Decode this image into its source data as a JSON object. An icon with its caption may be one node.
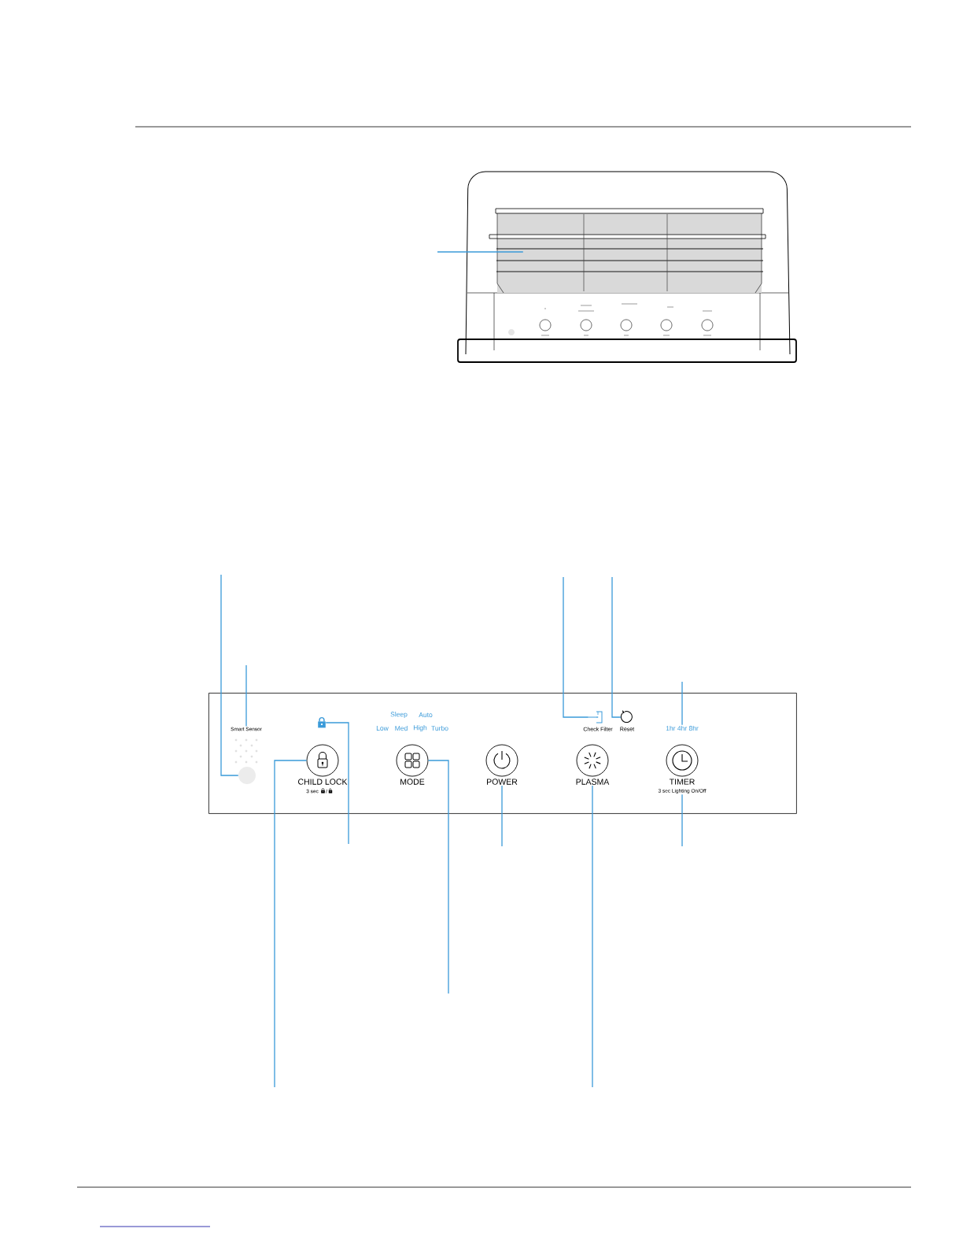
{
  "diagram": {
    "nodes": [
      {
        "text": [],
        "shape": "picture"
      },
      {
        "text": [],
        "shape": "box"
      },
      {
        "text": [],
        "shape": "circle",
        "in": 1
      },
      {
        "text": [
          "Smart Sensor"
        ],
        "in": 1
      },
      {
        "text": [],
        "shape": "lock",
        "in": 1
      },
      {
        "text": [
          "CHILD LOCK",
          "3 sec",
          "/"
        ],
        "in": 1
      },
      {
        "text": [
          "MODE"
        ],
        "in": 1
      },
      {
        "text": [
          "POWER"
        ],
        "in": 1
      },
      {
        "text": [
          "PLASMA"
        ],
        "in": 1
      },
      {
        "text": [
          "Check Filter"
        ],
        "in": 1
      },
      {
        "text": [
          "Reset"
        ],
        "in": 1
      },
      {
        "text": [
          "1hr 4hr 8hr"
        ],
        "in": 1
      },
      {
        "text": [
          "TIMER",
          "3 sec Lighting On/Off"
        ],
        "in": 1
      }
    ],
    "edges": [
      {
        "from": null,
        "to": 0,
        "arrow": "none"
      },
      {
        "from": null,
        "to": 2,
        "arrow": "none"
      },
      {
        "from": null,
        "to": 3,
        "arrow": "none"
      },
      {
        "from": null,
        "to": 4,
        "arrow": "none"
      },
      {
        "from": null,
        "to": 5,
        "arrow": "none"
      },
      {
        "from": null,
        "to": 6,
        "arrow": "none"
      },
      {
        "from": null,
        "to": 7,
        "arrow": "none"
      },
      {
        "from": null,
        "to": 8,
        "arrow": "none"
      },
      {
        "from": null,
        "to": 9,
        "arrow": "none"
      },
      {
        "from": null,
        "to": 10,
        "arrow": "none"
      },
      {
        "from": null,
        "to": 11,
        "arrow": "none"
      },
      {
        "from": null,
        "to": 12,
        "arrow": "none"
      }
    ],
    "labels": [
      "Sleep",
      "Auto",
      "Low",
      "Med",
      "High",
      "Turbo"
    ]
  }
}
